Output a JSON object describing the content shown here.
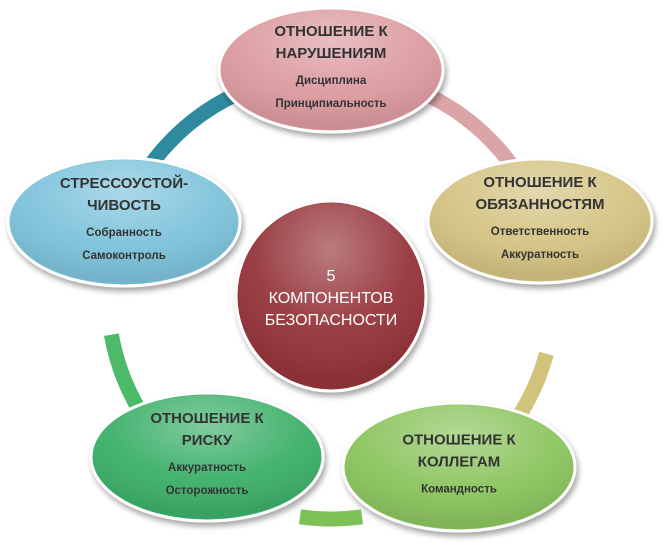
{
  "center": {
    "number": "5",
    "line1": "КОМПОНЕНТОВ",
    "line2": "БЕЗОПАСНОСТИ",
    "color": "#95343a"
  },
  "nodes": [
    {
      "id": "violations",
      "title_lines": [
        "ОТНОШЕНИЕ К",
        "НАРУШЕНИЯМ"
      ],
      "items": [
        "Дисциплина",
        "Принципиальность"
      ],
      "color": "#dc9ba0"
    },
    {
      "id": "duties",
      "title_lines": [
        "ОТНОШЕНИЕ К",
        "ОБЯЗАННОСТЯМ"
      ],
      "items": [
        "Ответственность",
        "Аккуратность"
      ],
      "color": "#d4c382"
    },
    {
      "id": "colleagues",
      "title_lines": [
        "ОТНОШЕНИЕ К",
        "КОЛЛЕГАМ"
      ],
      "items": [
        "Командность"
      ],
      "color": "#8cc55e"
    },
    {
      "id": "risk",
      "title_lines": [
        "ОТНОШЕНИЕ К",
        "РИСКУ"
      ],
      "items": [
        "Аккуратность",
        "Осторожность"
      ],
      "color": "#3db06a"
    },
    {
      "id": "stress",
      "title_lines": [
        "СТРЕССОУСТОЙ-",
        "ЧИВОСТЬ"
      ],
      "items": [
        "Собранность",
        "Самоконтроль"
      ],
      "color": "#7ec3db"
    }
  ],
  "arcs": [
    {
      "id": "violations-duties",
      "color": "#dba4a7"
    },
    {
      "id": "duties-colleagues",
      "color": "#d2c37b"
    },
    {
      "id": "colleagues-risk",
      "color": "#7cc257"
    },
    {
      "id": "risk-stress",
      "color": "#4dba6a"
    },
    {
      "id": "stress-violations",
      "color": "#2f8aa0"
    }
  ]
}
